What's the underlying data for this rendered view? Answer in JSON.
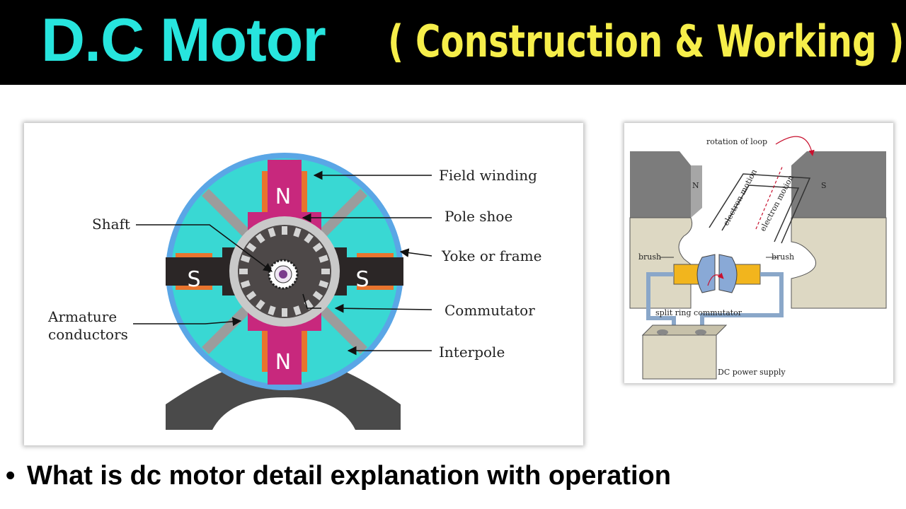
{
  "header": {
    "title": "D.C Motor",
    "subtitle": "( Construction & Working )",
    "title_color": "#27e5de",
    "subtitle_color": "#f6ee4a",
    "background": "#000000"
  },
  "motor_diagram": {
    "poles": {
      "north_top": "N",
      "north_bottom": "N",
      "south_left": "S",
      "south_right": "S"
    },
    "labels": {
      "field_winding": "Field winding",
      "pole_shoe": "Pole shoe",
      "yoke_or_frame": "Yoke or frame",
      "commutator": "Commutator",
      "interpole": "Interpole",
      "shaft": "Shaft",
      "armature_line1": "Armature",
      "armature_line2": "conductors"
    },
    "colors": {
      "yoke": "#5aa6e6",
      "field": "#39d8d3",
      "north_pole": "#c8287d",
      "south_pole": "#2b2626",
      "winding": "#e8742e",
      "armature": "#4d4848",
      "ring": "#c9c9c9",
      "base": "#4a4a4a"
    }
  },
  "loop_diagram": {
    "rotation_label": "rotation of loop",
    "north_label": "N",
    "south_label": "S",
    "electron_motion_left": "electron motion",
    "electron_motion_right": "electron motion",
    "brush_left": "brush",
    "brush_right": "brush",
    "commutator_label": "split ring commutator",
    "supply_label": "DC power supply"
  },
  "caption": {
    "bullet": "•",
    "text": "What is dc motor detail explanation with operation"
  }
}
